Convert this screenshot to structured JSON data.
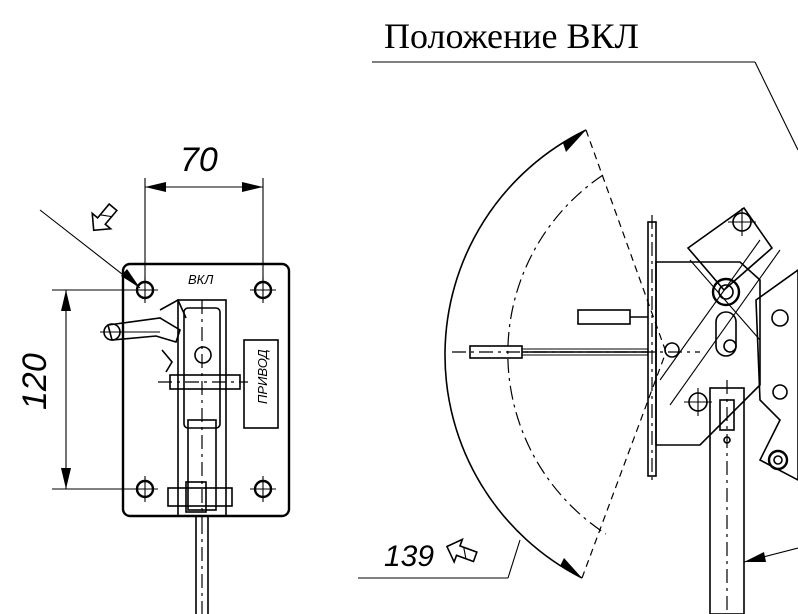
{
  "title": "Положение ВКЛ",
  "dimensions": {
    "width": "70",
    "height": "120",
    "depth": "139"
  },
  "labels": {
    "on_mark": "ВКЛ",
    "drive_plate": "ПРИВОД"
  },
  "icons": [
    "view-direction-icon",
    "view-direction-icon"
  ]
}
